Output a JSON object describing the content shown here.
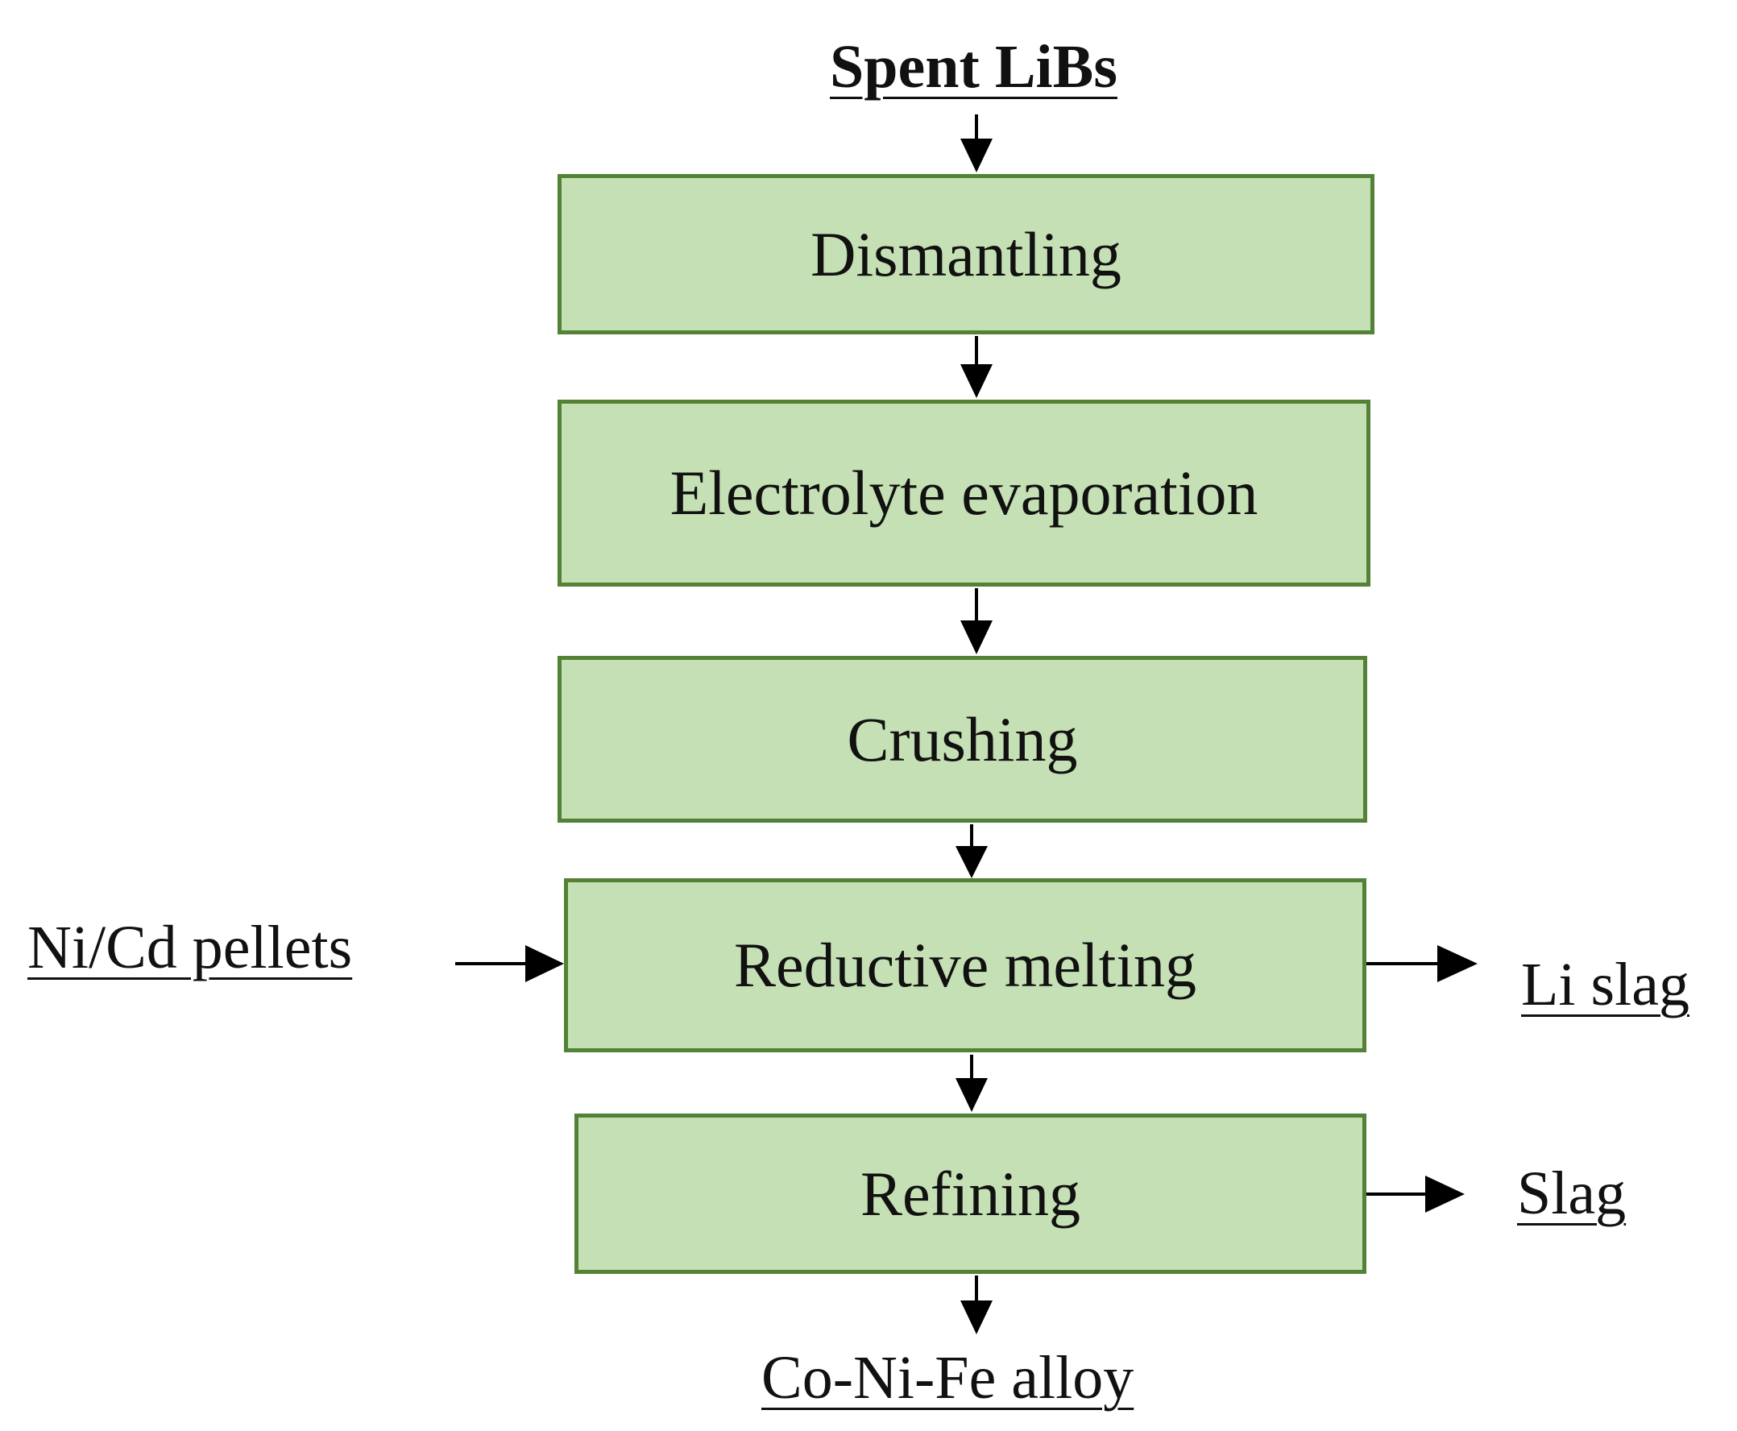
{
  "diagram": {
    "input": "Spent LiBs",
    "steps": [
      "Dismantling",
      "Electrolyte evaporation",
      "Crushing",
      "Reductive melting",
      "Refining"
    ],
    "side_input": "Ni/Cd pellets",
    "side_outputs": {
      "reductive_melting": "Li slag",
      "refining": "Slag"
    },
    "output": "Co-Ni-Fe alloy",
    "colors": {
      "box_fill": "#c5e0b4",
      "box_border": "#538135",
      "arrow": "#000000",
      "text": "#111111"
    }
  }
}
